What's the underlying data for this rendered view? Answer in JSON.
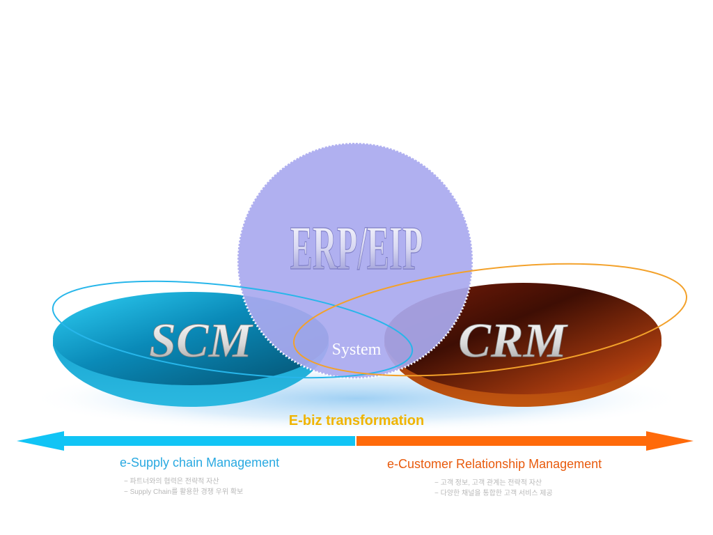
{
  "diagram": {
    "center_circle": {
      "label": "ERP/EIP",
      "fill": "#a9a9ef"
    },
    "left_ellipse": {
      "label": "SCM",
      "color": "#1aa7d6"
    },
    "right_ellipse": {
      "label": "CRM",
      "color": "#b8430c"
    },
    "intersection_label": "System",
    "transformation_label": "E-biz transformation",
    "arrow": {
      "left_color": "#11c4f5",
      "right_color": "#ff6a0a"
    }
  },
  "left_section": {
    "title": "e-Supply chain Management",
    "notes": [
      "− 파트너와의 협력은 전략적 자산",
      "− Supply Chain를 활용한 경쟁 우위 확보"
    ]
  },
  "right_section": {
    "title": "e-Customer Relationship Management",
    "notes": [
      "− 고객 정보, 고객 관계는 전략적 자산",
      "− 다양한 채널을 통합한 고객 서비스 제공"
    ]
  }
}
